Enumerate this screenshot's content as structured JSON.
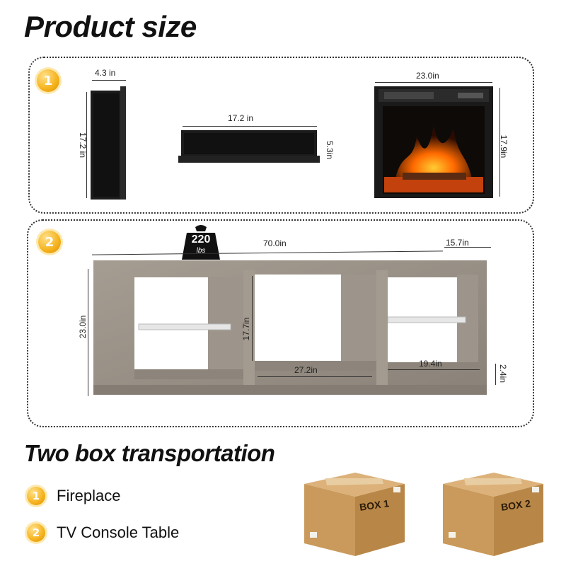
{
  "header": {
    "title": "Product size"
  },
  "section1": {
    "badge": "1",
    "side_piece": {
      "width": "4.3 in",
      "height": "17.2 in"
    },
    "top_piece": {
      "width": "17.2 in",
      "height": "5.3in"
    },
    "fireplace": {
      "width": "23.0in",
      "height": "17.9in"
    }
  },
  "section2": {
    "badge": "2",
    "weight": {
      "value": "220",
      "unit": "lbs"
    },
    "console": {
      "length": "70.0in",
      "depth": "15.7in",
      "height": "23.0in",
      "inner_height": "17.7in",
      "center_width": "27.2in",
      "side_width": "19.4in",
      "leg_height": "2.4in"
    }
  },
  "transport": {
    "title": "Two box transportation",
    "items": [
      {
        "badge": "1",
        "label": "Fireplace"
      },
      {
        "badge": "2",
        "label": "TV Console Table"
      }
    ],
    "boxes": [
      {
        "label": "BOX 1"
      },
      {
        "label": "BOX 2"
      }
    ]
  },
  "colors": {
    "wood": "#9a9288",
    "badge": "#f5b21b",
    "box": "#c99a5b"
  }
}
